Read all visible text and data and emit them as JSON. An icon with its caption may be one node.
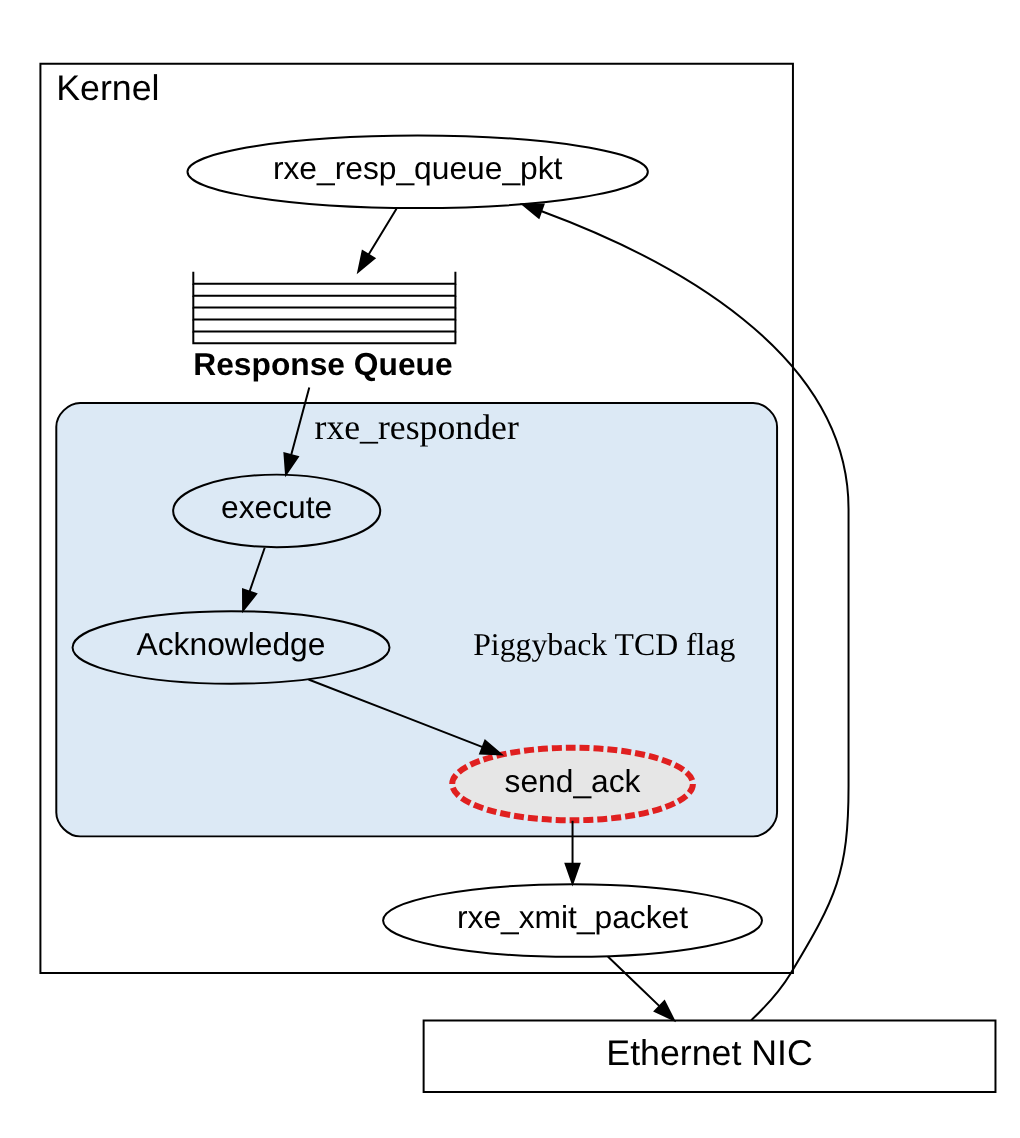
{
  "diagram": {
    "nodes": [
      {
        "text": [
          "Kernel"
        ]
      },
      {
        "text": [
          "rxe_responder"
        ],
        "in": 0
      },
      {
        "text": [
          "Acknowledge"
        ],
        "in": 1
      },
      {
        "text": [
          "send_ack"
        ],
        "in": 1,
        "beside": [
          "Piggyback TCD flag"
        ]
      },
      {
        "text": [
          "execute"
        ],
        "in": 1
      },
      {
        "text": [
          "Response Queue"
        ],
        "in": 0
      },
      {
        "text": [
          "rxe_resp_queue_pkt"
        ],
        "in": 0
      },
      {
        "text": [
          "rxe_xmit_packet"
        ],
        "in": 0
      },
      {
        "text": [
          "Ethernet NIC"
        ]
      }
    ],
    "edges": [
      {
        "from": 4,
        "to": 2,
        "arrow": "to"
      },
      {
        "from": 2,
        "to": 3,
        "arrow": "to"
      },
      {
        "from": 5,
        "to": 4,
        "arrow": "to"
      },
      {
        "from": 3,
        "to": 7,
        "arrow": "to"
      },
      {
        "from": 6,
        "to": 5,
        "arrow": "to"
      },
      {
        "from": 8,
        "to": 6,
        "arrow": "to"
      },
      {
        "from": 7,
        "to": 8,
        "arrow": "to"
      }
    ]
  }
}
